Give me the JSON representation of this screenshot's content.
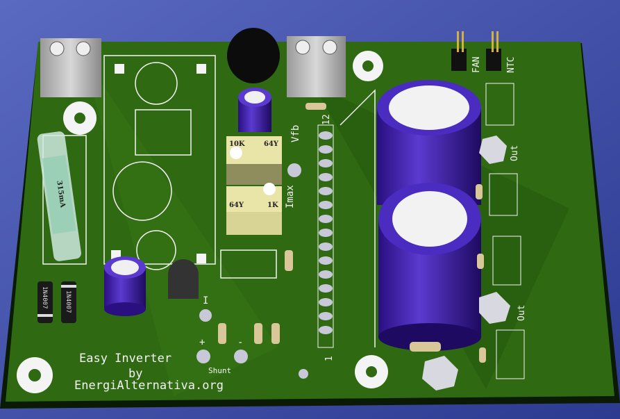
{
  "board": {
    "title": "Easy Inverter",
    "by": "by",
    "site": "EnergiAlternativa.org",
    "shunt": "Shunt",
    "plus": "+",
    "minus": "-",
    "current": "I",
    "imax": "Imax",
    "vfb": "Vfb",
    "pin12": "12",
    "pin1": "1",
    "fan": "FAN",
    "ntc": "NTC",
    "out": "Out",
    "fuse": "315mA",
    "trim1_value": "10K",
    "trim1_code": "64Y",
    "trim2_value": "1K",
    "trim2_code": "64Y",
    "diode1": "1N4007",
    "diode2": "1N4007"
  },
  "colors": {
    "background": "#3a4aa0",
    "pcb": "#2f6a12",
    "silk": "#f4f4f4",
    "capacitor": "#3b1a9a"
  }
}
